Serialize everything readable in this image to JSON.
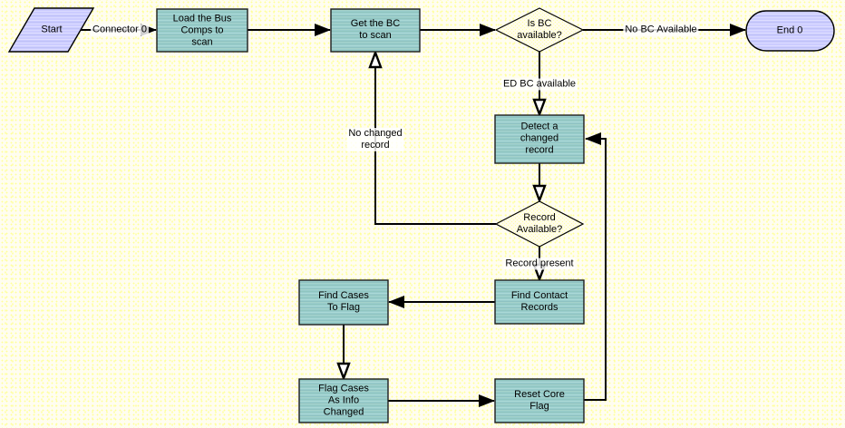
{
  "workflow": {
    "nodes": {
      "start": {
        "label": "Start",
        "type": "start"
      },
      "load_bus_comps": {
        "label": "Load the Bus\nComps to\nscan",
        "type": "step"
      },
      "get_bc": {
        "label": "Get the BC\nto scan",
        "type": "step"
      },
      "is_bc_available": {
        "label": "Is BC\navailable?",
        "type": "decision"
      },
      "end0": {
        "label": "End 0",
        "type": "end"
      },
      "detect_changed": {
        "label": "Detect a\nchanged\nrecord",
        "type": "step"
      },
      "record_available": {
        "label": "Record\nAvailable?",
        "type": "decision"
      },
      "find_contact": {
        "label": "Find Contact\nRecords",
        "type": "step"
      },
      "find_cases": {
        "label": "Find Cases\nTo Flag",
        "type": "step"
      },
      "flag_cases": {
        "label": "Flag Cases\nAs Info\nChanged",
        "type": "step"
      },
      "reset_core": {
        "label": "Reset Core\nFlag",
        "type": "step"
      }
    },
    "connector_labels": {
      "connector0": {
        "label": "Connector 0"
      },
      "no_bc_available": {
        "label": "No BC Available"
      },
      "ed_bc_available": {
        "label": "ED BC available"
      },
      "no_changed_record": {
        "label": "No changed\nrecord"
      },
      "record_present": {
        "label": "Record present"
      }
    },
    "colors": {
      "canvas_bg": "#FFFFCC",
      "step_fill": "#99CCCC",
      "terminal_fill": "#CCCCFF",
      "decision_fill": "#FFFCE8",
      "line": "#000000"
    }
  }
}
